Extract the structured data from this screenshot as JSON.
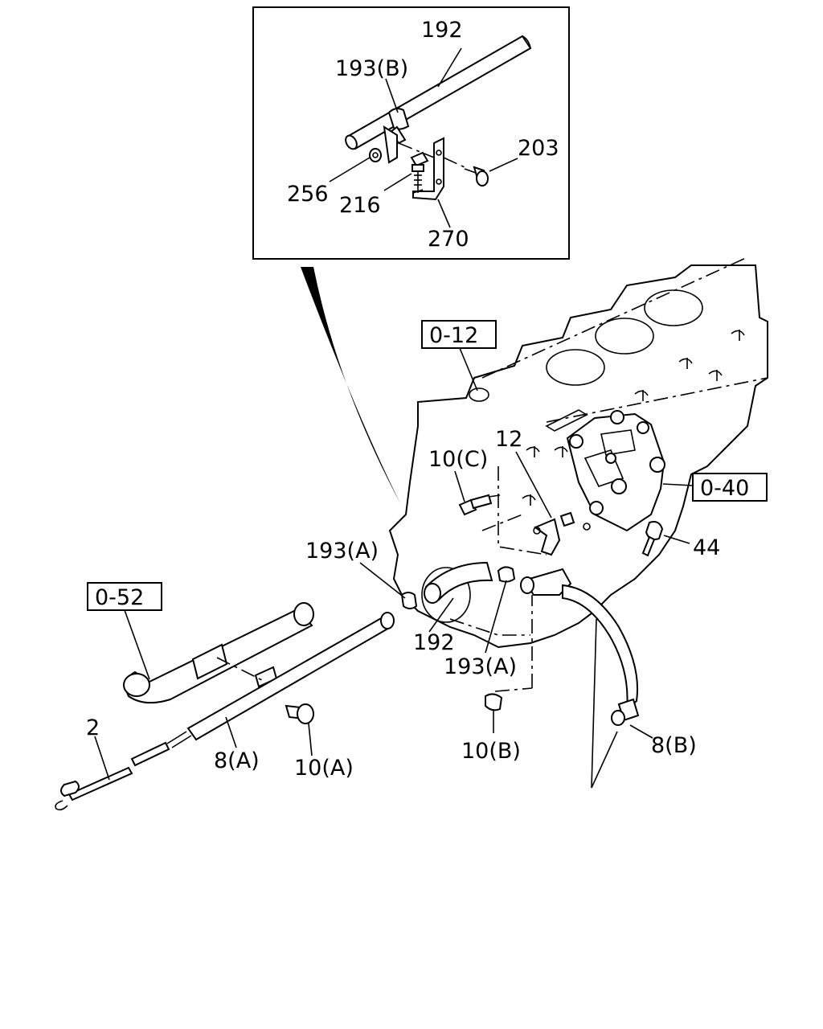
{
  "detail_callout": {
    "labels": {
      "pipe_192": "192",
      "clip_193b": "193(B)",
      "bolt_203": "203",
      "nut_256": "256",
      "bolt_216": "216",
      "bracket_270": "270"
    }
  },
  "refs": {
    "block_ref": "0-12",
    "bracket_ref": "0-40",
    "guide_ref": "0-52"
  },
  "callouts": {
    "bolt_10c": "10(C)",
    "bracket_12": "12",
    "bolt_44": "44",
    "clip_193a_left": "193(A)",
    "hose_192": "192",
    "clip_193a_right": "193(A)",
    "bolt_10b": "10(B)",
    "pipe_8b": "8(B)",
    "gauge_2": "2",
    "tube_8a": "8(A)",
    "bolt_10a": "10(A)"
  }
}
